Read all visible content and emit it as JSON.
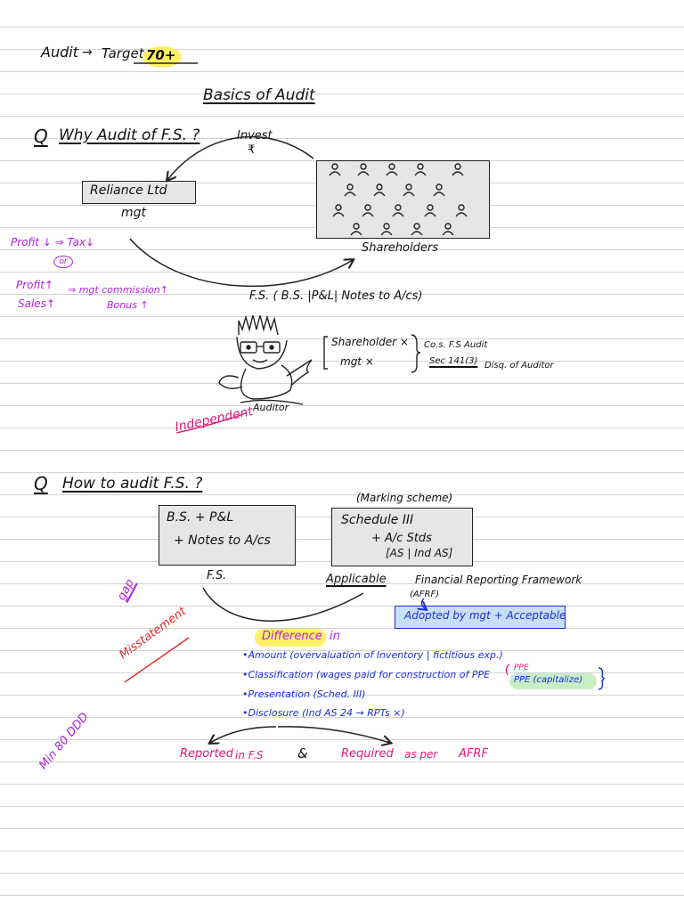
{
  "header": {
    "audit_label": "Audit",
    "arrow": "→",
    "target_label": "Target",
    "target_value": "70+"
  },
  "title": "Basics of Audit",
  "q1": {
    "prefix": "Q",
    "text": "Why Audit of F.S. ?",
    "invest_label": "Invest",
    "rupee": "₹",
    "company_box": "Reliance Ltd",
    "mgt_label": "mgt",
    "shareholders_label": "Shareholders",
    "fs_label": "F.S. ( B.S. |P&L| Notes to A/cs)",
    "profit_line": "Profit ↓ ⇒ Tax↓",
    "or_label": "or",
    "profit2": "Profit↑",
    "sales": "Sales↑",
    "commission": "⇒ mgt commission↑",
    "bonus": "Bonus ↑",
    "shareholder_x": "Shareholder ×",
    "mgt_x": "mgt ×",
    "coss_audit": "Co.s. F.S Audit",
    "sec_ref": "Sec 141(3)",
    "disq": "Disq. of Auditor",
    "independent": "Independent",
    "auditor": "Auditor"
  },
  "q2": {
    "prefix": "Q",
    "text": "How to audit F.S. ?",
    "fs_box_line1": "B.S. + P&L",
    "fs_box_line2": "+ Notes to A/cs",
    "fs_label": "F.S.",
    "marking": "(Marking scheme)",
    "sched_line1": "Schedule III",
    "sched_line2": "+ A/c Stds",
    "sched_line3": "[AS | Ind AS]",
    "applicable": "Applicable",
    "frf": "Financial Reporting Framework",
    "afrf": "(AFRF)",
    "adopted": "Adopted by mgt + Acceptable",
    "gap": "gap",
    "misstatement": "Misstatement",
    "difference": "Difference",
    "in_label": "in",
    "b1": "•Amount (overvaluation of Inventory | fictitious exp.)",
    "b2": "•Classification (wages paid for construction of PPE",
    "ppe_small": "PPE",
    "ppe_cap": "PPE (capitalize)",
    "b3": "•Presentation (Sched. III)",
    "b4": "•Disclosure (Ind AS 24 → RPTs ×)",
    "reported": "Reported",
    "in_fs": "in F.S",
    "amp": "&",
    "required": "Required",
    "as_per": "as per",
    "afrf_end": "AFRF",
    "side_note": "Min 80 DDD"
  },
  "colors": {
    "ink": "#111111",
    "pink": "#e0187a",
    "purple": "#b21de0",
    "red": "#e02a2a",
    "blue": "#1a2fd6",
    "highlight_yellow": "#fff066",
    "highlight_blue": "#c9def7",
    "highlight_green": "#c9eec5",
    "box_fill": "#e6e6e6"
  }
}
